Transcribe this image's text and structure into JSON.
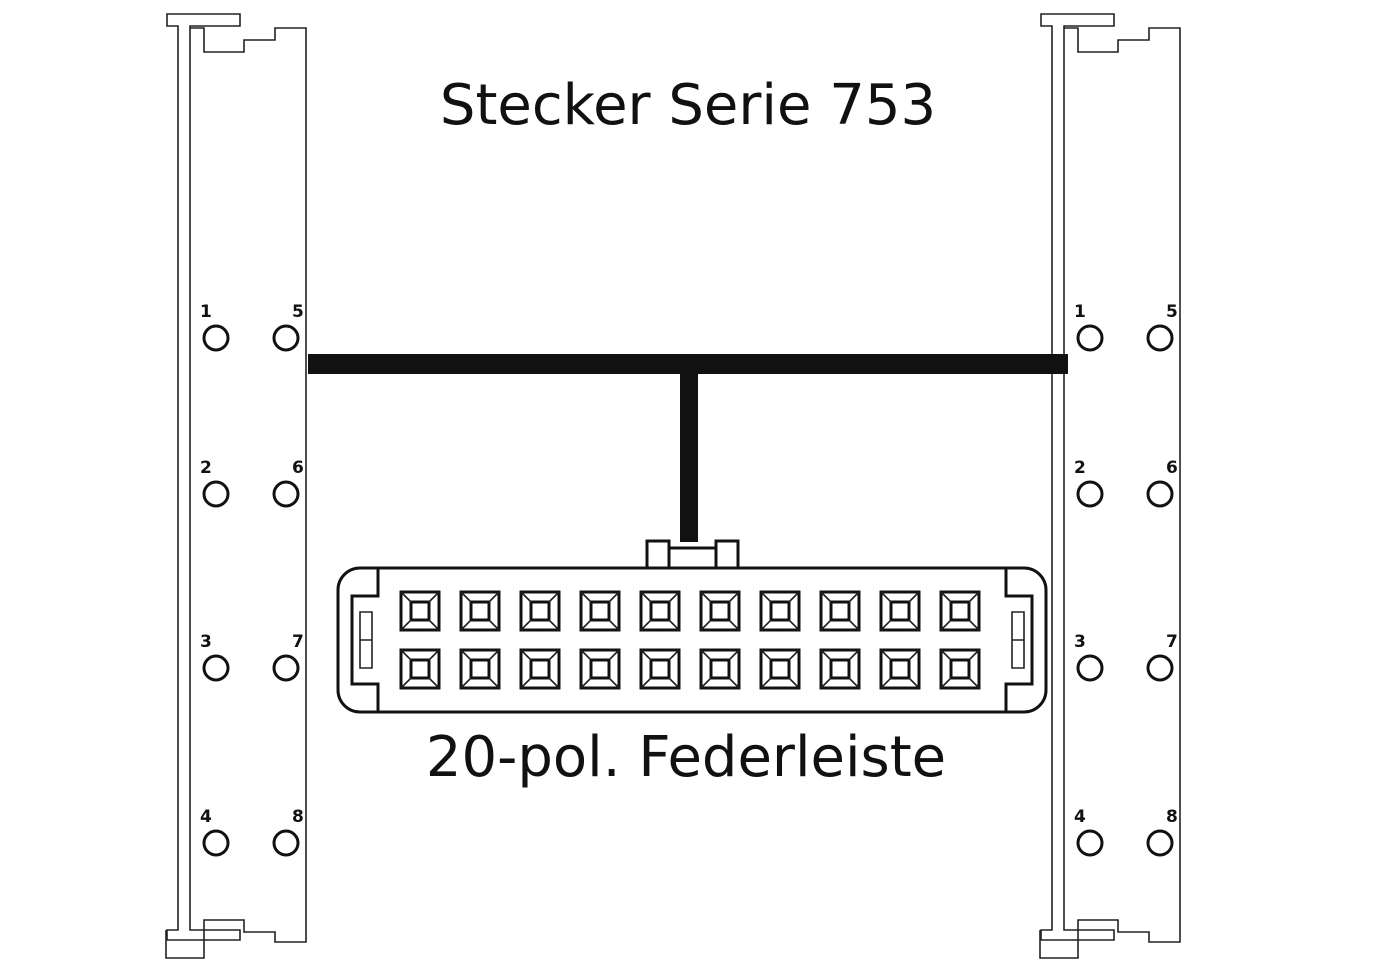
{
  "title": "Stecker Serie 753",
  "connector_label": "20-pol. Federleiste",
  "left_module": {
    "pins": [
      {
        "label": "1"
      },
      {
        "label": "5"
      },
      {
        "label": "2"
      },
      {
        "label": "6"
      },
      {
        "label": "3"
      },
      {
        "label": "7"
      },
      {
        "label": "4"
      },
      {
        "label": "8"
      }
    ]
  },
  "right_module": {
    "pins": [
      {
        "label": "1"
      },
      {
        "label": "5"
      },
      {
        "label": "2"
      },
      {
        "label": "6"
      },
      {
        "label": "3"
      },
      {
        "label": "7"
      },
      {
        "label": "4"
      },
      {
        "label": "8"
      }
    ]
  },
  "connector": {
    "rows": 2,
    "columns": 10
  },
  "colors": {
    "line": "#111111",
    "background": "#ffffff"
  }
}
